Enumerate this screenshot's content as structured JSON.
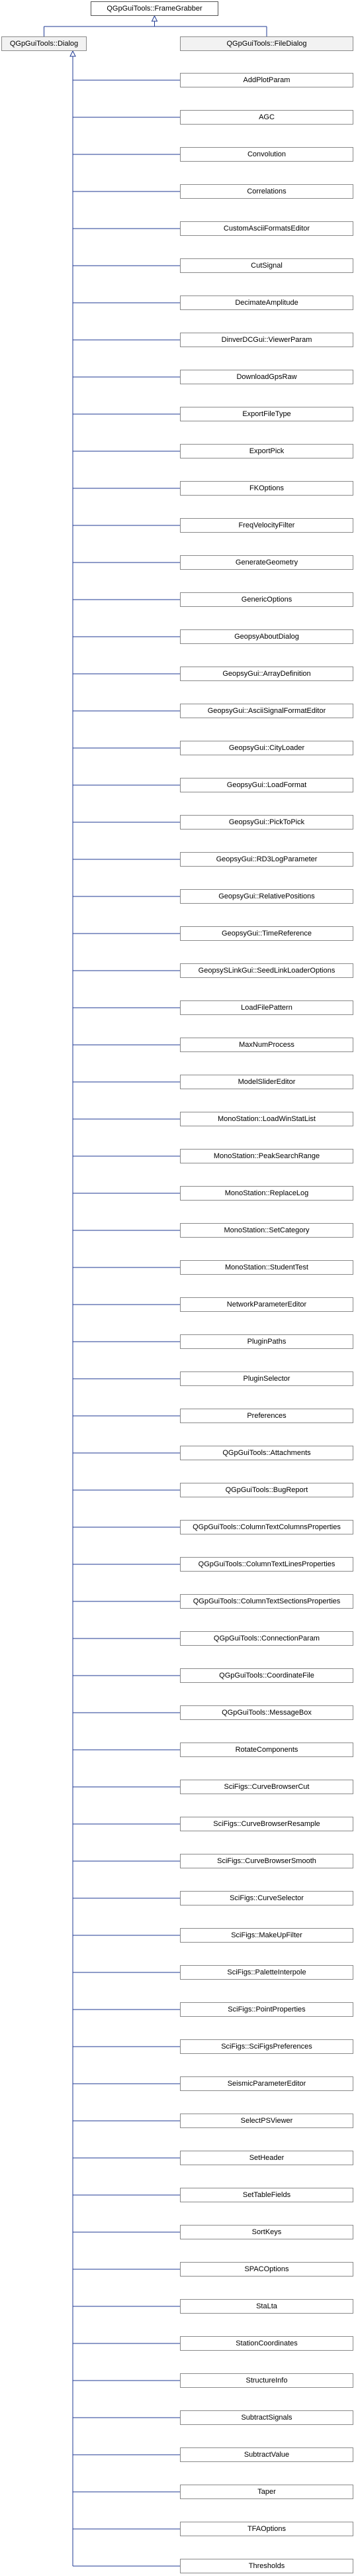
{
  "diagram": {
    "root": "QGpGuiTools::FrameGrabber",
    "bases": [
      "QGpGuiTools::Dialog",
      "QGpGuiTools::FileDialog"
    ],
    "classes": [
      "AddPlotParam",
      "AGC",
      "Convolution",
      "Correlations",
      "CustomAsciiFormatsEditor",
      "CutSignal",
      "DecimateAmplitude",
      "DinverDCGui::ViewerParam",
      "DownloadGpsRaw",
      "ExportFileType",
      "ExportPick",
      "FKOptions",
      "FreqVelocityFilter",
      "GenerateGeometry",
      "GenericOptions",
      "GeopsyAboutDialog",
      "GeopsyGui::ArrayDefinition",
      "GeopsyGui::AsciiSignalFormatEditor",
      "GeopsyGui::CityLoader",
      "GeopsyGui::LoadFormat",
      "GeopsyGui::PickToPick",
      "GeopsyGui::RD3LogParameter",
      "GeopsyGui::RelativePositions",
      "GeopsyGui::TimeReference",
      "GeopsySLinkGui::SeedLinkLoaderOptions",
      "LoadFilePattern",
      "MaxNumProcess",
      "ModelSliderEditor",
      "MonoStation::LoadWinStatList",
      "MonoStation::PeakSearchRange",
      "MonoStation::ReplaceLog",
      "MonoStation::SetCategory",
      "MonoStation::StudentTest",
      "NetworkParameterEditor",
      "PluginPaths",
      "PluginSelector",
      "Preferences",
      "QGpGuiTools::Attachments",
      "QGpGuiTools::BugReport",
      "QGpGuiTools::ColumnTextColumnsProperties",
      "QGpGuiTools::ColumnTextLinesProperties",
      "QGpGuiTools::ColumnTextSectionsProperties",
      "QGpGuiTools::ConnectionParam",
      "QGpGuiTools::CoordinateFile",
      "QGpGuiTools::MessageBox",
      "RotateComponents",
      "SciFigs::CurveBrowserCut",
      "SciFigs::CurveBrowserResample",
      "SciFigs::CurveBrowserSmooth",
      "SciFigs::CurveSelector",
      "SciFigs::MakeUpFilter",
      "SciFigs::PaletteInterpole",
      "SciFigs::PointProperties",
      "SciFigs::SciFigsPreferences",
      "SeismicParameterEditor",
      "SelectPSViewer",
      "SetHeader",
      "SetTableFields",
      "SortKeys",
      "SPACOptions",
      "StaLta",
      "StationCoordinates",
      "StructureInfo",
      "SubtractSignals",
      "SubtractValue",
      "Taper",
      "TFAOptions",
      "Thresholds"
    ],
    "colors": {
      "line": "#1f3a93",
      "node_border": "#8a8a8a",
      "base_fill": "#f2f2f2"
    }
  }
}
